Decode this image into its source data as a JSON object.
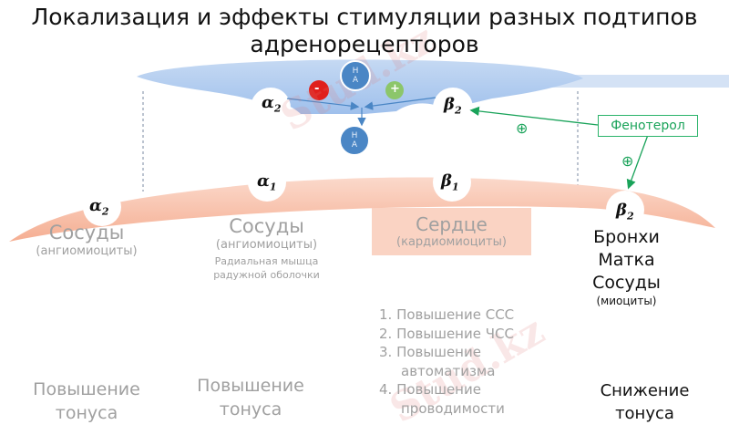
{
  "title": {
    "line1": "Локализация и эффекты стимуляции разных подтипов",
    "line2": "адренорецепторов"
  },
  "synapse": {
    "presynaptic_receptors": [
      {
        "label": "α",
        "sub": "2"
      },
      {
        "label": "β",
        "sub": "2"
      }
    ],
    "transmitter_top": {
      "line1": "Н",
      "line2": "А"
    },
    "transmitter_bottom": {
      "line1": "Н",
      "line2": "А"
    },
    "inhibit_sign": "-",
    "stimulate_sign": "+"
  },
  "drug": {
    "name": "Фенотерол",
    "effect_sign_1": "⊕",
    "effect_sign_2": "⊕",
    "color": "#1aa35a"
  },
  "postsynaptic": [
    {
      "receptor": "α",
      "sub": "2",
      "tissue": "Сосуды",
      "cells": "(ангиомиоциты)",
      "extra": "",
      "effect": [
        "Повышение",
        "тонуса"
      ]
    },
    {
      "receptor": "α",
      "sub": "1",
      "tissue": "Сосуды",
      "cells": "(ангиомиоциты)",
      "extra": [
        "Радиальная мышца",
        "радужной оболочки"
      ],
      "effect": [
        "Повышение",
        "тонуса"
      ]
    },
    {
      "receptor": "β",
      "sub": "1",
      "tissue": "Сердце",
      "cells": "(кардиомиоциты)",
      "effects_list": [
        "1. Повышение ССС",
        "2. Повышение ЧСС",
        "3. Повышение",
        "автоматизма",
        "4. Повышение",
        "проводимости"
      ]
    },
    {
      "receptor": "β",
      "sub": "2",
      "tissue": [
        "Бронхи",
        "Матка",
        "Сосуды"
      ],
      "cells": "(миоциты)",
      "effect": [
        "Снижение",
        "тонуса"
      ]
    }
  ],
  "colors": {
    "presynaptic": "#a9c6ee",
    "postsynaptic": "#f7b9a0",
    "transmitter": "#4a86c5",
    "minus": "#e0201c",
    "plus": "#8cc66a"
  },
  "watermark": "Stud.kz"
}
